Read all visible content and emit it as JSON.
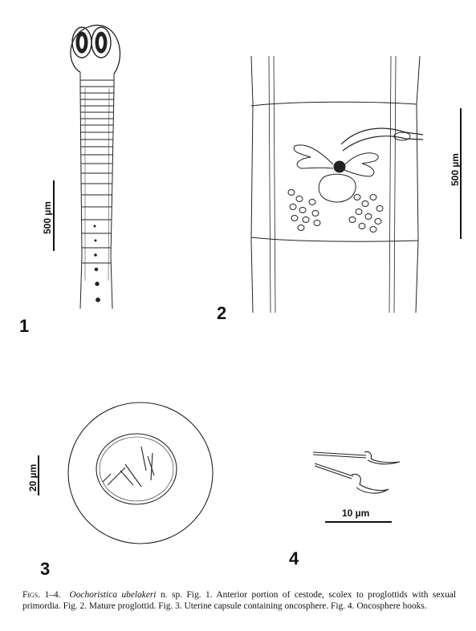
{
  "figures": [
    {
      "number": "1",
      "scale_label": "500 µm"
    },
    {
      "number": "2",
      "scale_label": "500 µm"
    },
    {
      "number": "3",
      "scale_label": "20 µm"
    },
    {
      "number": "4",
      "scale_label": "10 µm"
    }
  ],
  "caption": {
    "lead": "Figs. 1–4.",
    "species": "Oochoristica ubelakeri",
    "text": " n. sp. Fig. 1. Anterior portion of cestode, scolex to proglottids with sexual primordia. Fig. 2. Mature proglottid. Fig. 3. Uterine capsule containing oncosphere. Fig. 4. Oncosphere hooks."
  }
}
